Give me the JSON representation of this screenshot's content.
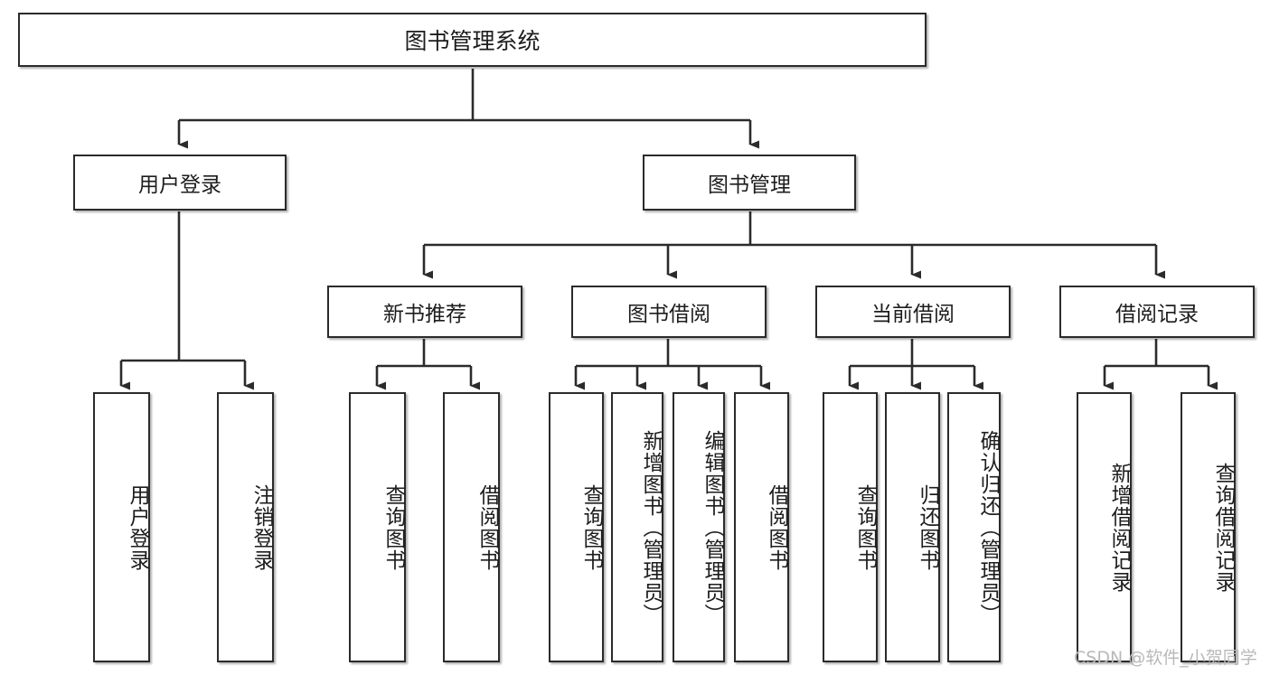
{
  "diagram": {
    "title": "图书管理系统",
    "watermark": "CSDN @软件_小贺同学",
    "colors": {
      "box_border": "#2b2b2b",
      "box_fill": "#ffffff",
      "connector": "#2b2b2b",
      "watermark": "#b9b9b9"
    },
    "root": {
      "label": "图书管理系统"
    },
    "level1": [
      {
        "label": "用户登录"
      },
      {
        "label": "图书管理"
      }
    ],
    "level2": [
      {
        "label": "新书推荐"
      },
      {
        "label": "图书借阅"
      },
      {
        "label": "当前借阅"
      },
      {
        "label": "借阅记录"
      }
    ],
    "leaves": {
      "user_login": [
        {
          "label": "用户登录"
        },
        {
          "label": "注销登录"
        }
      ],
      "new_book_recommend": [
        {
          "label": "查询图书"
        },
        {
          "label": "借阅图书"
        }
      ],
      "book_borrow": [
        {
          "label": "查询图书"
        },
        {
          "label": "新增图书（管理员）"
        },
        {
          "label": "编辑图书（管理员）"
        },
        {
          "label": "借阅图书"
        }
      ],
      "current_borrow": [
        {
          "label": "查询图书"
        },
        {
          "label": "归还图书"
        },
        {
          "label": "确认归还（管理员）"
        }
      ],
      "borrow_record": [
        {
          "label": "新增借阅记录"
        },
        {
          "label": "查询借阅记录"
        }
      ]
    }
  }
}
